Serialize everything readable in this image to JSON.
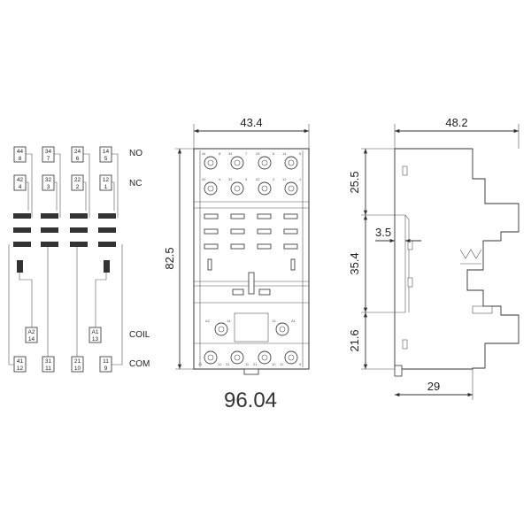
{
  "schematic": {
    "columns": [
      {
        "top": [
          "44",
          "8"
        ],
        "mid": [
          "42",
          "4"
        ],
        "bottom": [
          "41",
          "12"
        ],
        "coil": [
          "A2",
          "14"
        ]
      },
      {
        "top": [
          "34",
          "7"
        ],
        "mid": [
          "32",
          "3"
        ],
        "bottom": [
          "31",
          "11"
        ],
        "coil": null
      },
      {
        "top": [
          "24",
          "6"
        ],
        "mid": [
          "22",
          "2"
        ],
        "bottom": [
          "21",
          "10"
        ],
        "coil": null
      },
      {
        "top": [
          "14",
          "5"
        ],
        "mid": [
          "12",
          "1"
        ],
        "bottom": [
          "11",
          "9"
        ],
        "coil": [
          "A1",
          "13"
        ]
      }
    ],
    "labels": {
      "no": "NO",
      "nc": "NC",
      "coil": "COIL",
      "com": "COM"
    }
  },
  "front_view": {
    "width_dim": "43.4",
    "height_dim": "82.5",
    "model": "96.04",
    "top_row_tags": [
      "44",
      "8",
      "34",
      "7",
      "24",
      "6",
      "14",
      "5"
    ],
    "second_row_tags": [
      "42",
      "4",
      "32",
      "3",
      "22",
      "2",
      "12",
      "1"
    ],
    "coil_tags": [
      "A2",
      "14",
      "13",
      "A1"
    ],
    "bottom_row_tags": [
      "41",
      "12",
      "31",
      "11",
      "21",
      "10",
      "11",
      "9"
    ]
  },
  "side_view": {
    "width_dim": "48.2",
    "dim_top": "25.5",
    "dim_clip": "3.5",
    "dim_mid": "35.4",
    "dim_bottom": "21.6",
    "depth_dim": "29"
  },
  "colors": {
    "line": "#333333",
    "contact": "#444444",
    "text": "#222222"
  }
}
